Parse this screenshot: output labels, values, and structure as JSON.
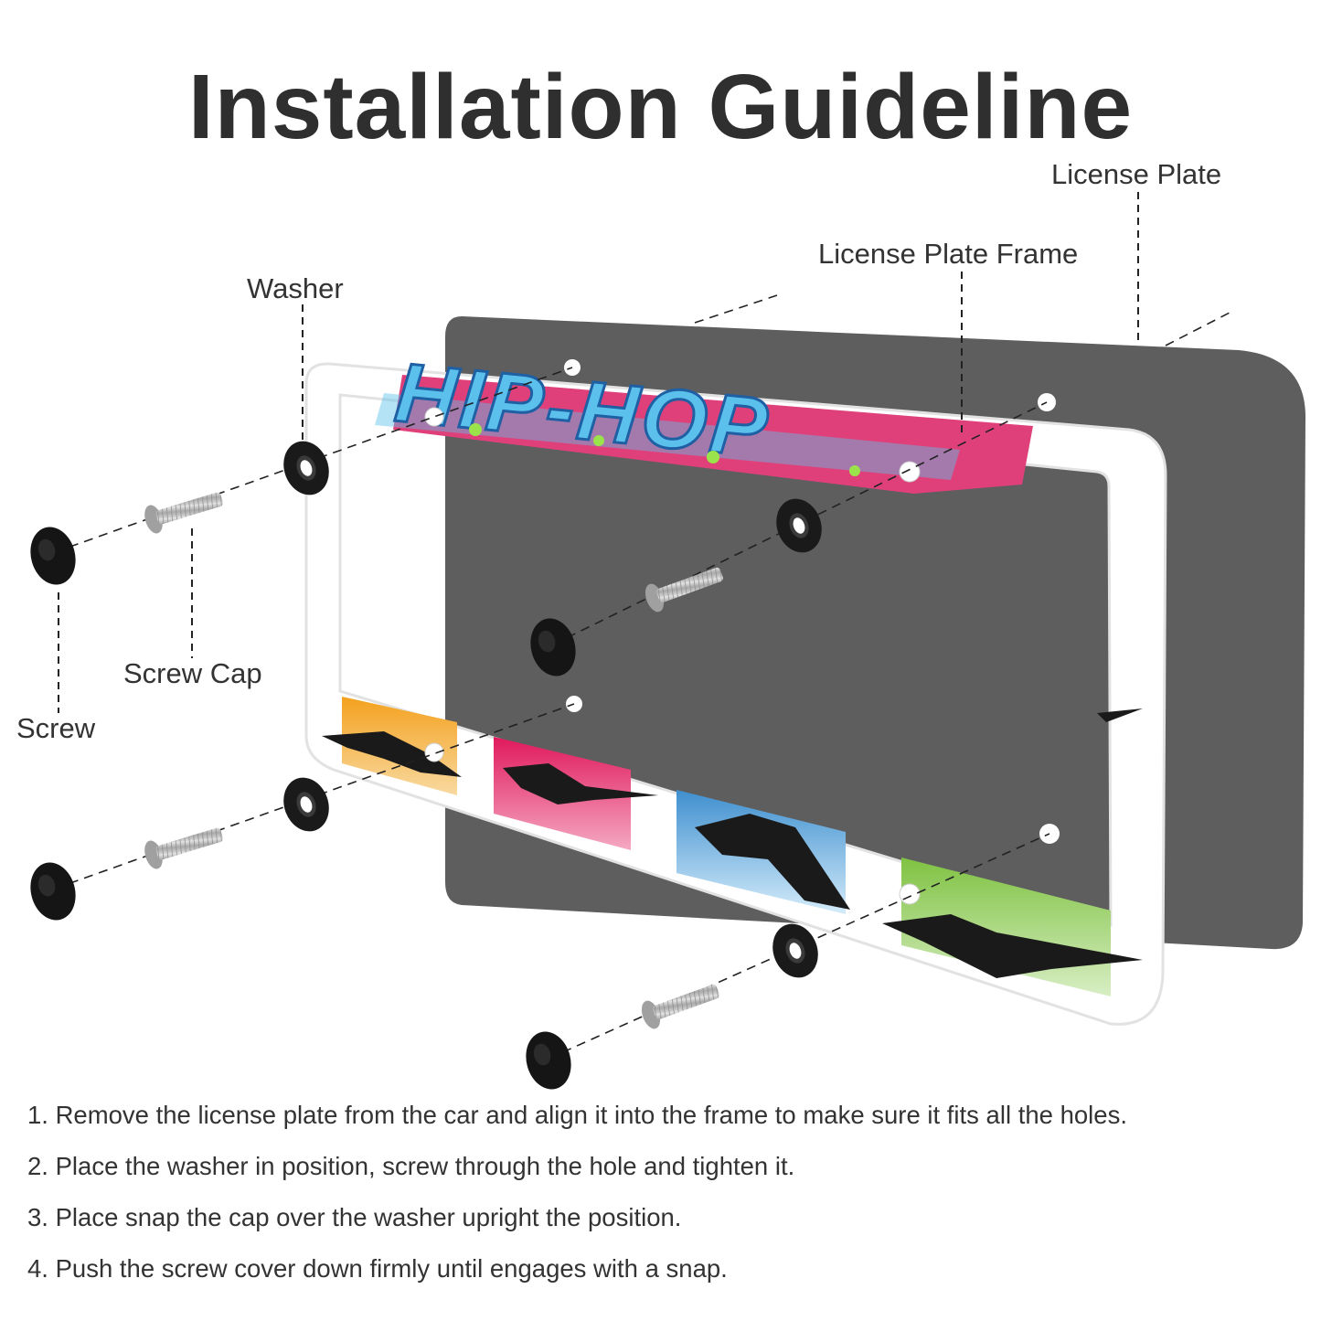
{
  "title": "Installation Guideline",
  "labels": {
    "license_plate": "License Plate",
    "license_plate_frame": "License Plate Frame",
    "washer": "Washer",
    "screw_cap": "Screw Cap",
    "screw": "Screw"
  },
  "frame_graphic_text": "HIP-HOP",
  "colors": {
    "plate": "#5e5e5e",
    "frame": "#ffffff",
    "hiphop_letters": "#5bc0ec",
    "hiphop_splash": "#e0407a",
    "panel_orange": "#f4a11e",
    "panel_magenta": "#e0195c",
    "panel_blue": "#3f8fcf",
    "panel_green": "#7fc242",
    "hardware_cap": "#1a1a1a",
    "screw_metal": "#bfbfbf"
  },
  "icons": [
    "washer-icon",
    "screw-cap-icon",
    "screw-icon",
    "dancer-silhouette-icon"
  ],
  "steps": [
    "1. Remove the license plate from the car and align it into the frame to make sure it fits all the holes.",
    "2. Place the washer in position, screw through the hole and tighten it.",
    "3. Place snap the cap over the washer upright the position.",
    "4. Push the screw cover down firmly until engages with a snap."
  ]
}
